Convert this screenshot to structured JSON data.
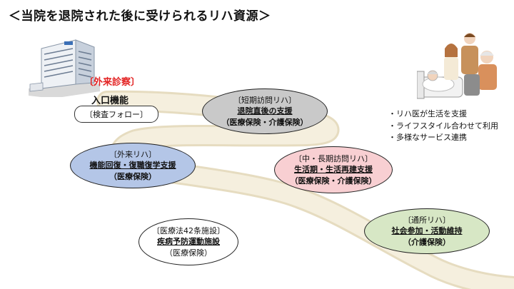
{
  "title": "＜当院を退院された後に受けられるリハ資源＞",
  "hospital": {
    "outpatient_label": "〔外来診察〕",
    "entrance_label": "入口機能",
    "checkup_label": "〔検査フォロー〕"
  },
  "resources": [
    {
      "head": "〔短期訪問リハ〕",
      "main": "退院直後の支援",
      "insurance": "（医療保険・介護保険）",
      "color": "#c9c9c9"
    },
    {
      "head": "〔外来リハ〕",
      "main": "機能回復・復職復学支援",
      "insurance": "（医療保険）",
      "color": "#b4c6e7"
    },
    {
      "head": "〔中・長期訪問リハ〕",
      "main": "生活期・生活再建支援",
      "insurance": "（医療保険・介護保険）",
      "color": "#f8cfd2"
    },
    {
      "head": "〔通所リハ〕",
      "main": "社会参加・活動維持",
      "insurance": "（介護保険）",
      "color": "#d7e7c5"
    },
    {
      "head": "〔医療法42条施設〕",
      "main": "疾病予防運動施設",
      "insurance": "（医療保険）",
      "color": "#ffffff"
    }
  ],
  "features": [
    "・リハ医が生活を支援",
    "・ライフスタイル合わせて利用",
    "・多様なサービス連携"
  ],
  "colors": {
    "road": "#f3ecd8",
    "road_edge": "#e6dcc0",
    "outpatient": "#e32222"
  }
}
